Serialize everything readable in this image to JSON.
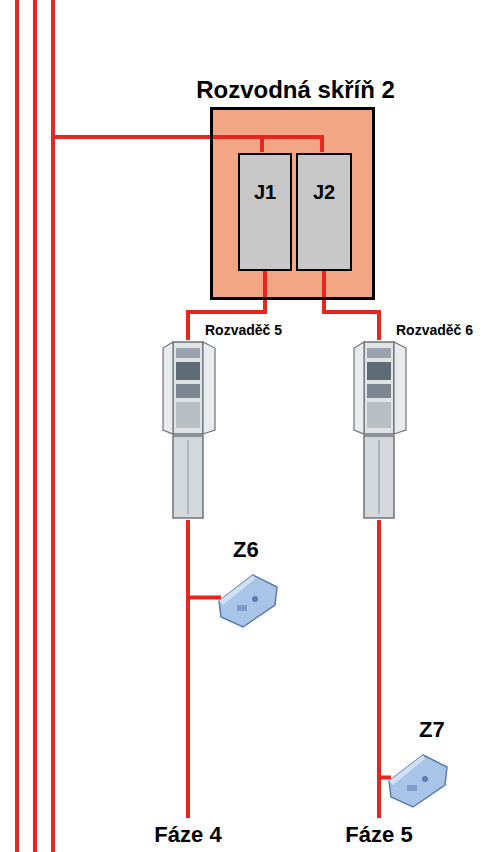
{
  "diagram": {
    "nodes": [
      {
        "text": [
          "Rozvodná skříň 2"
        ]
      },
      {
        "text": [
          "J1"
        ],
        "in": 0
      },
      {
        "text": [
          "J2"
        ],
        "in": 0
      },
      {
        "text": [
          "Rozvaděč 5"
        ]
      },
      {
        "text": [
          "Rozvaděč 6"
        ]
      },
      {
        "text": [
          "Z6"
        ]
      },
      {
        "text": [
          "Z7"
        ]
      }
    ],
    "edges": [
      {
        "from": 1,
        "to": 3,
        "arrow": "none"
      },
      {
        "from": 2,
        "to": 4,
        "arrow": "none"
      },
      {
        "from": 3,
        "to": 5,
        "arrow": "none"
      },
      {
        "from": 4,
        "to": 6,
        "arrow": "none"
      }
    ],
    "labels": [
      "Fáze 4",
      "Fáze 5"
    ]
  }
}
